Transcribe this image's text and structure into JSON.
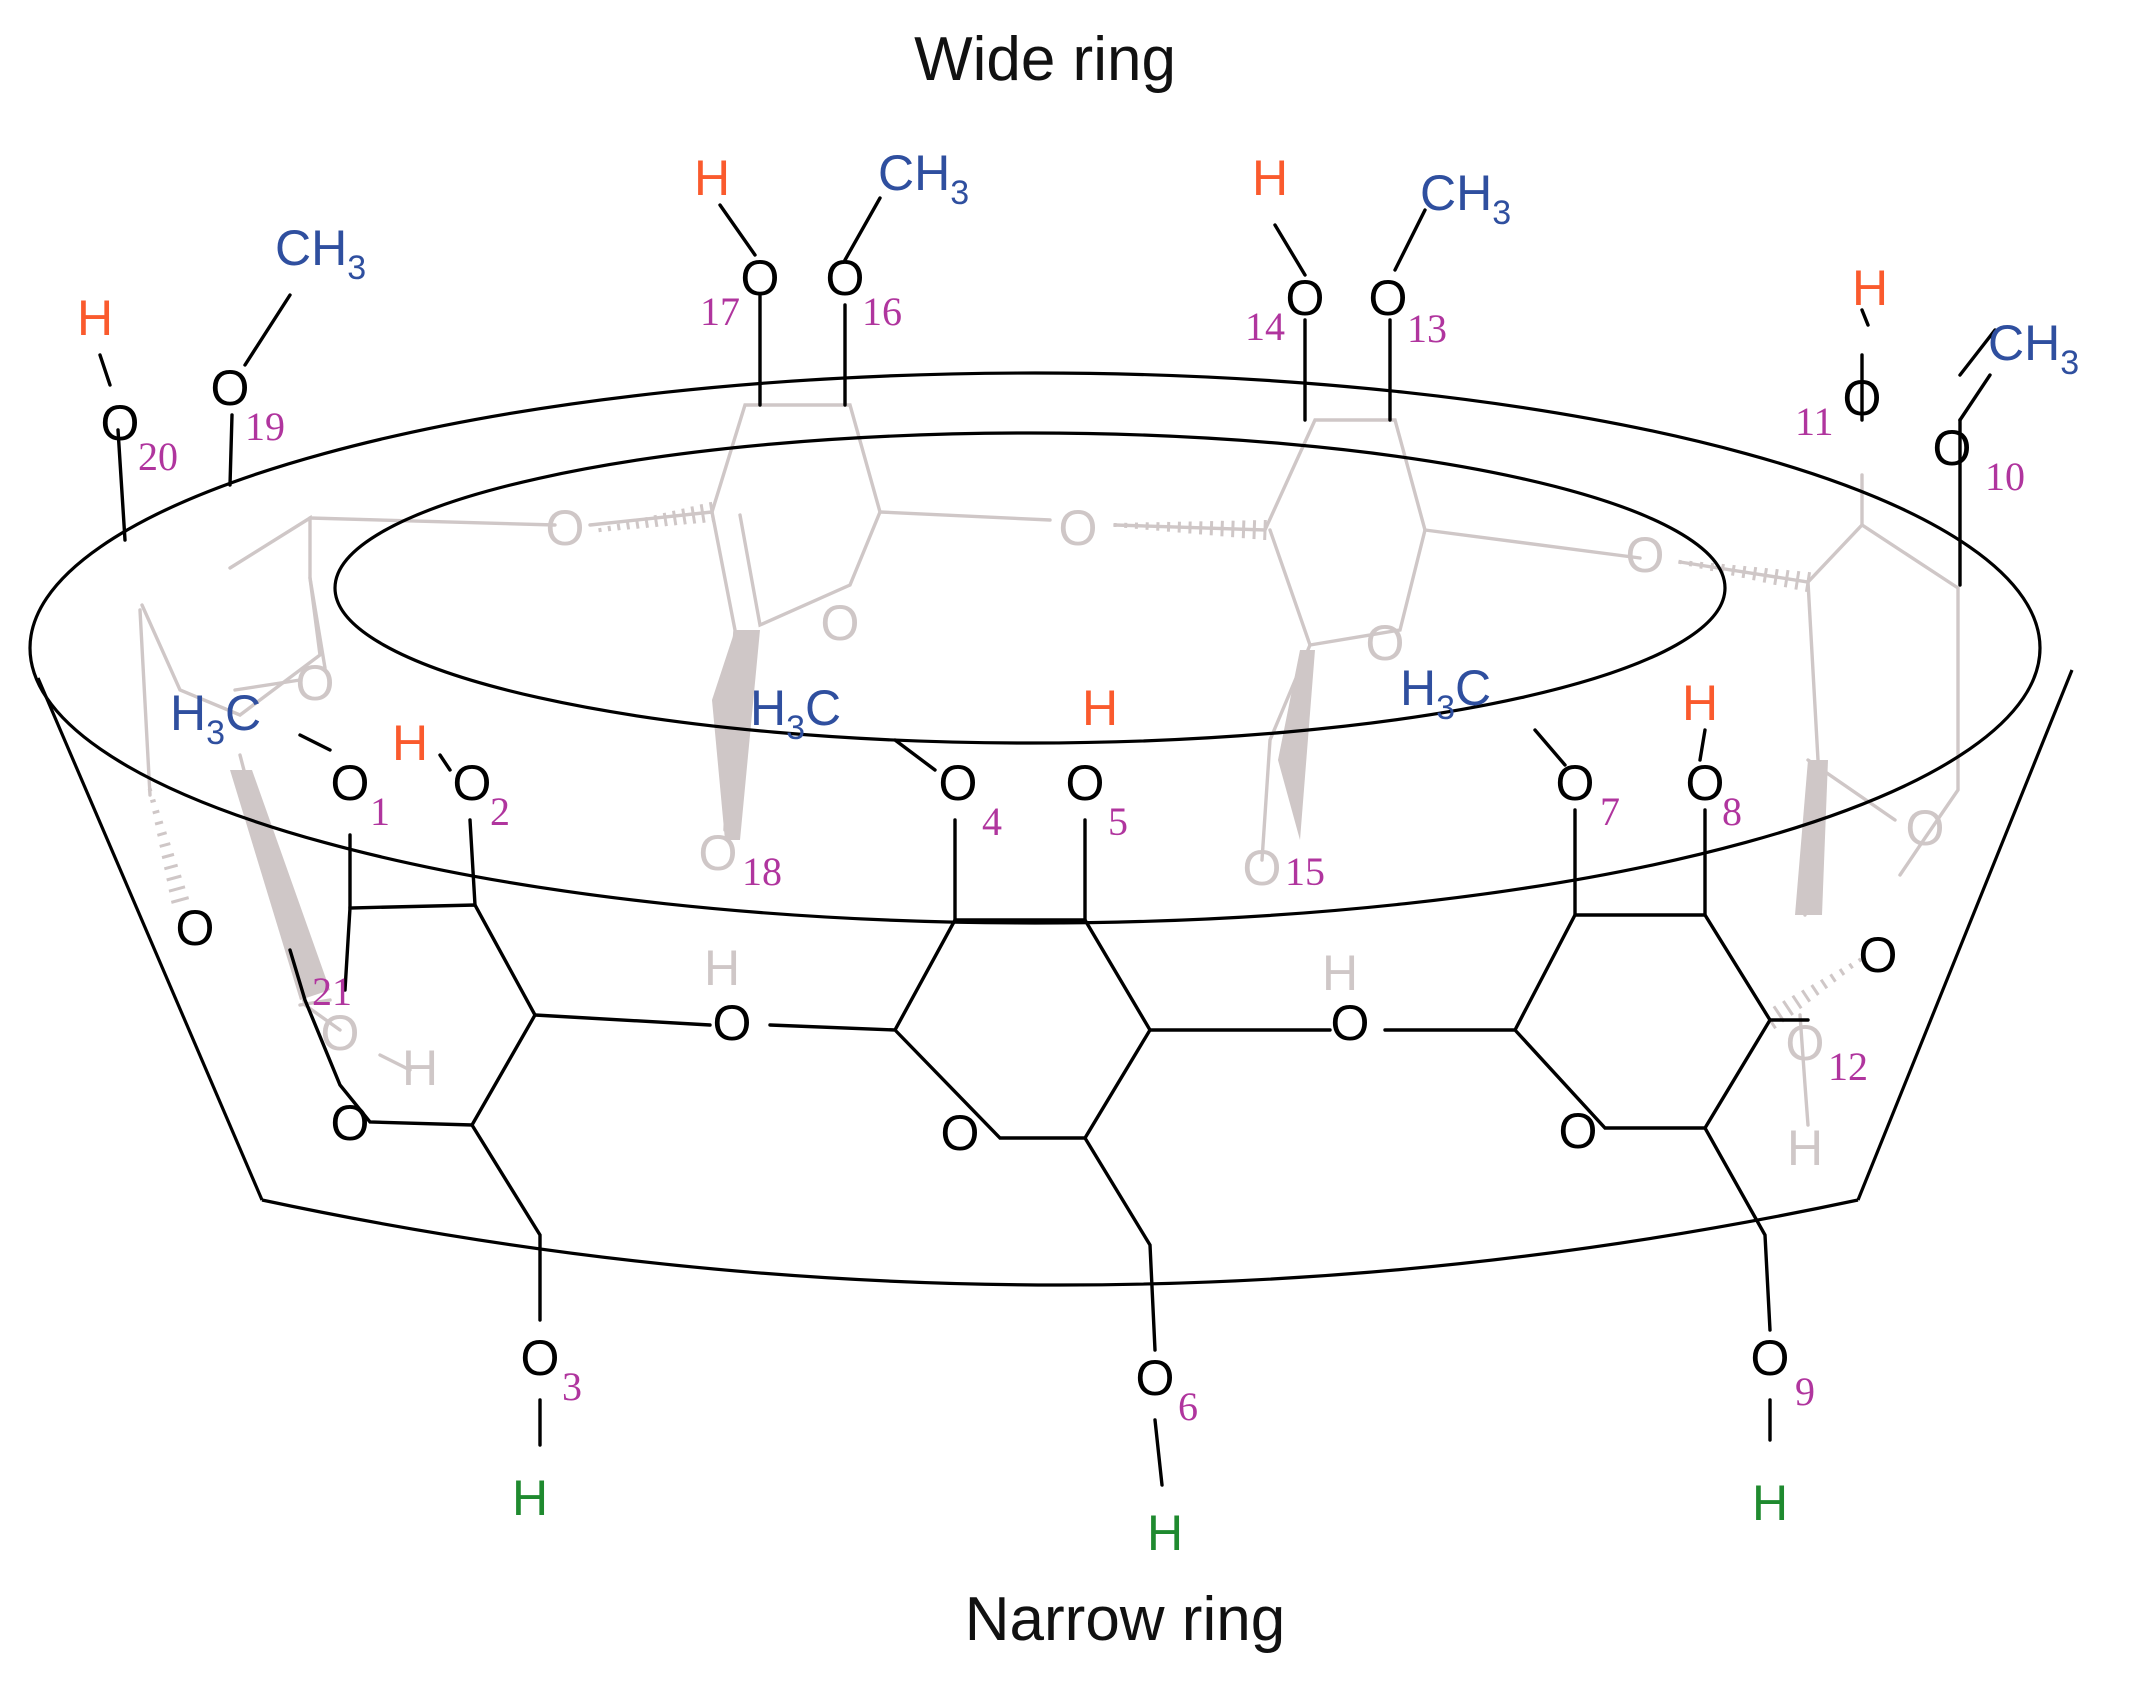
{
  "titles": {
    "top": "Wide ring",
    "bottom": "Narrow ring"
  },
  "atoms": {
    "oxygen": "O",
    "hydrogen": "H",
    "methyl_right": "CH",
    "methyl_left_prefix": "H",
    "methyl_left_suffix": "C",
    "methyl_sub": "3"
  },
  "colors": {
    "methyl": "#2f4f9f",
    "hydroxyl_wide": "#fa5a2d",
    "hydroxyl_narrow": "#1f8a2f",
    "label": "#b0359e",
    "hidden": "#cfc7c7",
    "bond": "#000000"
  },
  "site_numbers": [
    "1",
    "2",
    "3",
    "4",
    "5",
    "6",
    "7",
    "8",
    "9",
    "10",
    "11",
    "12",
    "13",
    "14",
    "15",
    "16",
    "17",
    "18",
    "19",
    "20",
    "21"
  ]
}
